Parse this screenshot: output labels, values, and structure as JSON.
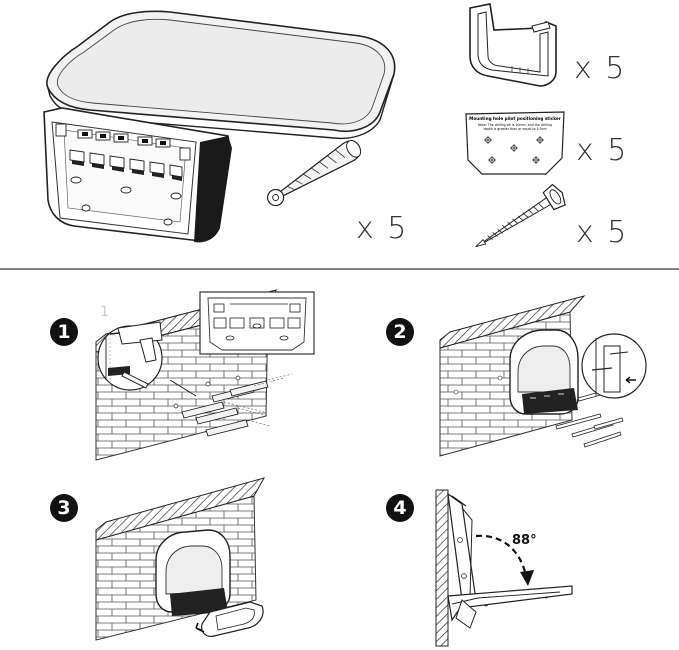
{
  "parts": {
    "bracket_qty": "x 5",
    "sticker_qty": "x 5",
    "screw_qty": "x 5",
    "anchor_qty": "x 5",
    "sticker_title": "Mounting hole pilot positioning sticker",
    "sticker_line1": "Note: The drilling bit is 10mm, and the drilling",
    "sticker_line2": "depth is greater than or equal to 5.5cm"
  },
  "steps": {
    "step1": "1",
    "step2": "2",
    "step3": "3",
    "step4": "4",
    "step1_sub": "1"
  },
  "angle_label": "88°"
}
